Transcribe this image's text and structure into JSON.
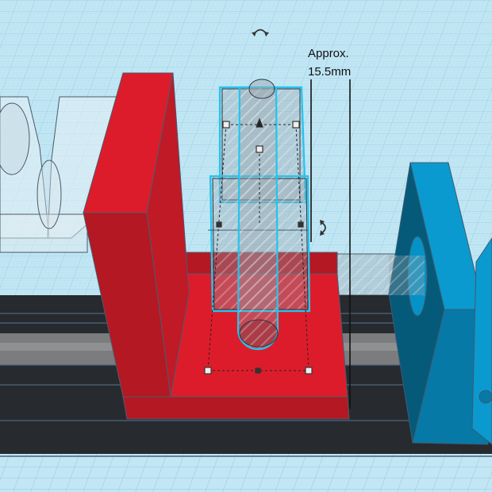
{
  "app": {
    "name": "3D design workplane"
  },
  "dimension": {
    "line1": "Approx.",
    "line2": "15.5mm"
  },
  "colors": {
    "workplane": "#bfe4f2",
    "grid_line": "#7fc3dc",
    "red_part": "#dd1c2b",
    "red_dark": "#b41823",
    "blue_part": "#0a9ad0",
    "blue_dark": "#055a7a",
    "rail": "#272a2e",
    "selection_outline": "#22c5ef",
    "hole_fill": "#9aa6ad"
  },
  "scene": {
    "objects": [
      {
        "name": "red L-bracket",
        "color": "red"
      },
      {
        "name": "blue bearing mount",
        "color": "blue"
      },
      {
        "name": "aluminium extrusion rail",
        "color": "black"
      },
      {
        "name": "transparent hole shapes (left)",
        "color": "transparent"
      },
      {
        "name": "selected hole group",
        "color": "transparent",
        "selected": true
      }
    ],
    "handles": {
      "rotate_icons": [
        "rotate-arrow-top",
        "rotate-arrow-side"
      ],
      "resize_handles": 6
    }
  }
}
